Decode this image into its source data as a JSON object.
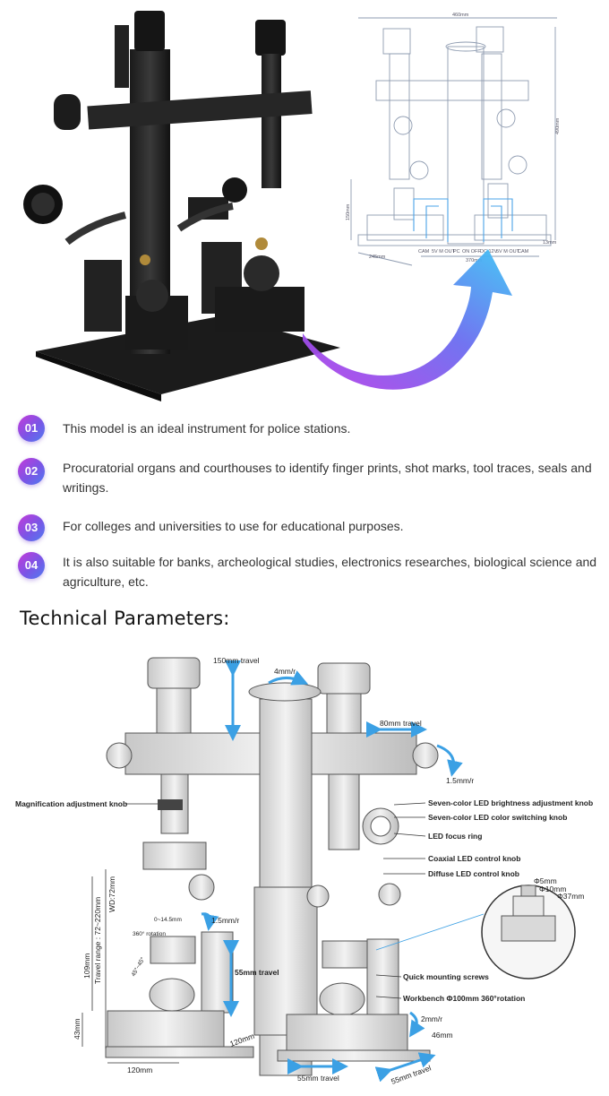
{
  "schematic": {
    "dim_width": "460mm",
    "dim_height": "490mm",
    "dim_height2": "150mm",
    "dim_base": "245mm",
    "dim_inner": "370mm",
    "dim_right": "13mm",
    "ports": [
      "CAM",
      "5V M OUT",
      "PC",
      "ON OFF",
      "DC 12V",
      "5V M OUT",
      "CAM"
    ]
  },
  "features": [
    {
      "num": "01",
      "text": "This model is an ideal instrument for police stations."
    },
    {
      "num": "02",
      "text": "Procuratorial organs and courthouses to identify finger prints, shot marks, tool traces, seals and writings."
    },
    {
      "num": "03",
      "text": "For colleges and universities to use for educational purposes."
    },
    {
      "num": "04",
      "text": "It is also suitable for banks, archeological studies, electronics researches, biological science and agriculture, etc."
    }
  ],
  "section_title": "Technical Parameters:",
  "params": {
    "travel_150": "150mm travel",
    "rate_4": "4mm/r",
    "travel_80": "80mm travel",
    "rate_15": "1.5mm/r",
    "mag_knob": "Magnification adjustment knob",
    "led_brightness": "Seven-color LED brightness adjustment knob",
    "led_color": "Seven-color LED color switching knob",
    "led_focus": "LED focus ring",
    "coaxial": "Coaxial LED control knob",
    "diffuse": "Diffuse LED control knob",
    "wd": "WD:72mm",
    "travel_range": "Travel range : 72~220mm",
    "h109": "109mm",
    "h43": "43mm",
    "range_145": "0~14.5mm",
    "rate_15b": "1.5mm/r",
    "rotation": "360° rotation",
    "tilt": "45°~45°",
    "travel_55v": "55mm travel",
    "quick": "Quick mounting screws",
    "workbench": "Workbench Φ100mm 360°rotation",
    "rate_2": "2mm/r",
    "d46": "46mm",
    "w120a": "120mm",
    "w120b": "120mm",
    "travel_55a": "55mm travel",
    "travel_55b": "55mm travel",
    "phi5": "Φ5mm",
    "phi10": "Φ10mm",
    "phi37": "Φ37mm"
  }
}
